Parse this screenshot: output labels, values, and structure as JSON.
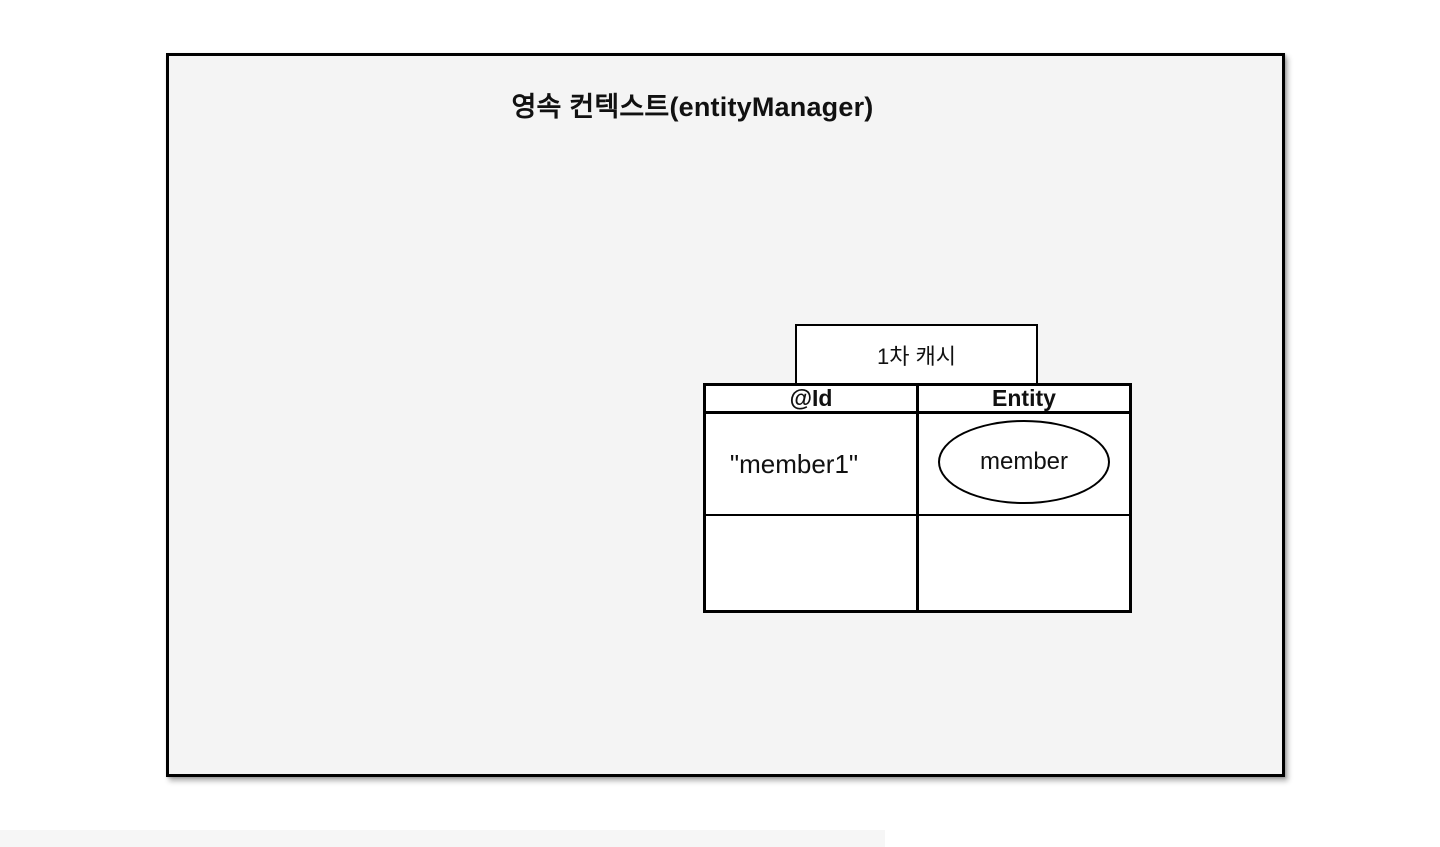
{
  "panel": {
    "title": "영속 컨텍스트(entityManager)"
  },
  "cache": {
    "label": "1차 캐시"
  },
  "table": {
    "headers": [
      "@Id",
      "Entity"
    ],
    "rows": [
      {
        "id": "\"member1\"",
        "entity": "member"
      },
      {
        "id": "",
        "entity": ""
      }
    ]
  },
  "colors": {
    "panel_bg": "#f4f4f4",
    "line": "#000000",
    "cell_bg": "#ffffff",
    "footer_bar": "#f6f6f6"
  }
}
